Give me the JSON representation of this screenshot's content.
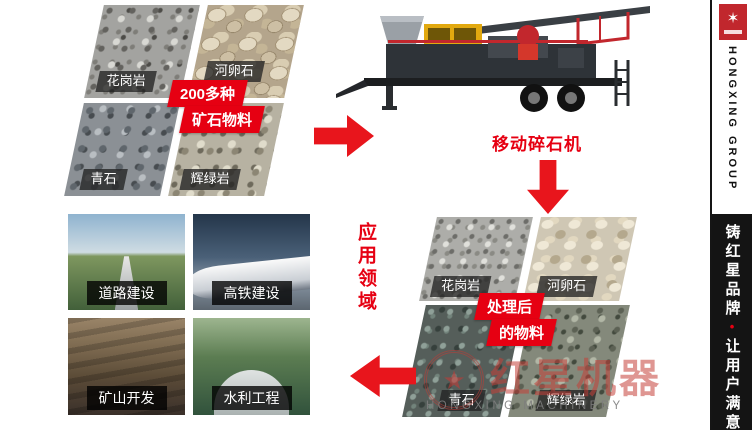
{
  "colors": {
    "accent": "#e60012",
    "arrow": "#e8151c"
  },
  "icons": {
    "watermark_star": "★",
    "sidebar_logo": "✶"
  },
  "flow": {
    "input": {
      "badge": [
        "200多种",
        "矿石物料"
      ],
      "tiles": [
        {
          "label": "花岗岩"
        },
        {
          "label": "河卵石"
        },
        {
          "label": "青石"
        },
        {
          "label": "辉绿岩"
        }
      ]
    },
    "machine": {
      "caption": "移动碎石机"
    },
    "output": {
      "badge": [
        "处理后",
        "的物料"
      ],
      "tiles": [
        {
          "label": "花岗岩"
        },
        {
          "label": "河卵石"
        },
        {
          "label": "青石"
        },
        {
          "label": "辉绿岩"
        }
      ]
    },
    "applications": {
      "vertical_label": "应用领域",
      "tiles": [
        {
          "label": "道路建设"
        },
        {
          "label": "高铁建设"
        },
        {
          "label": "矿山开发"
        },
        {
          "label": "水利工程"
        }
      ]
    }
  },
  "watermark": {
    "brand_cn": "红星机器",
    "brand_en": "HONGXING MACHINERY"
  },
  "sidebar": {
    "group_name": "HONGXING GROUP",
    "slogan": [
      "铸红星品牌",
      "•",
      "让用户满意"
    ]
  }
}
